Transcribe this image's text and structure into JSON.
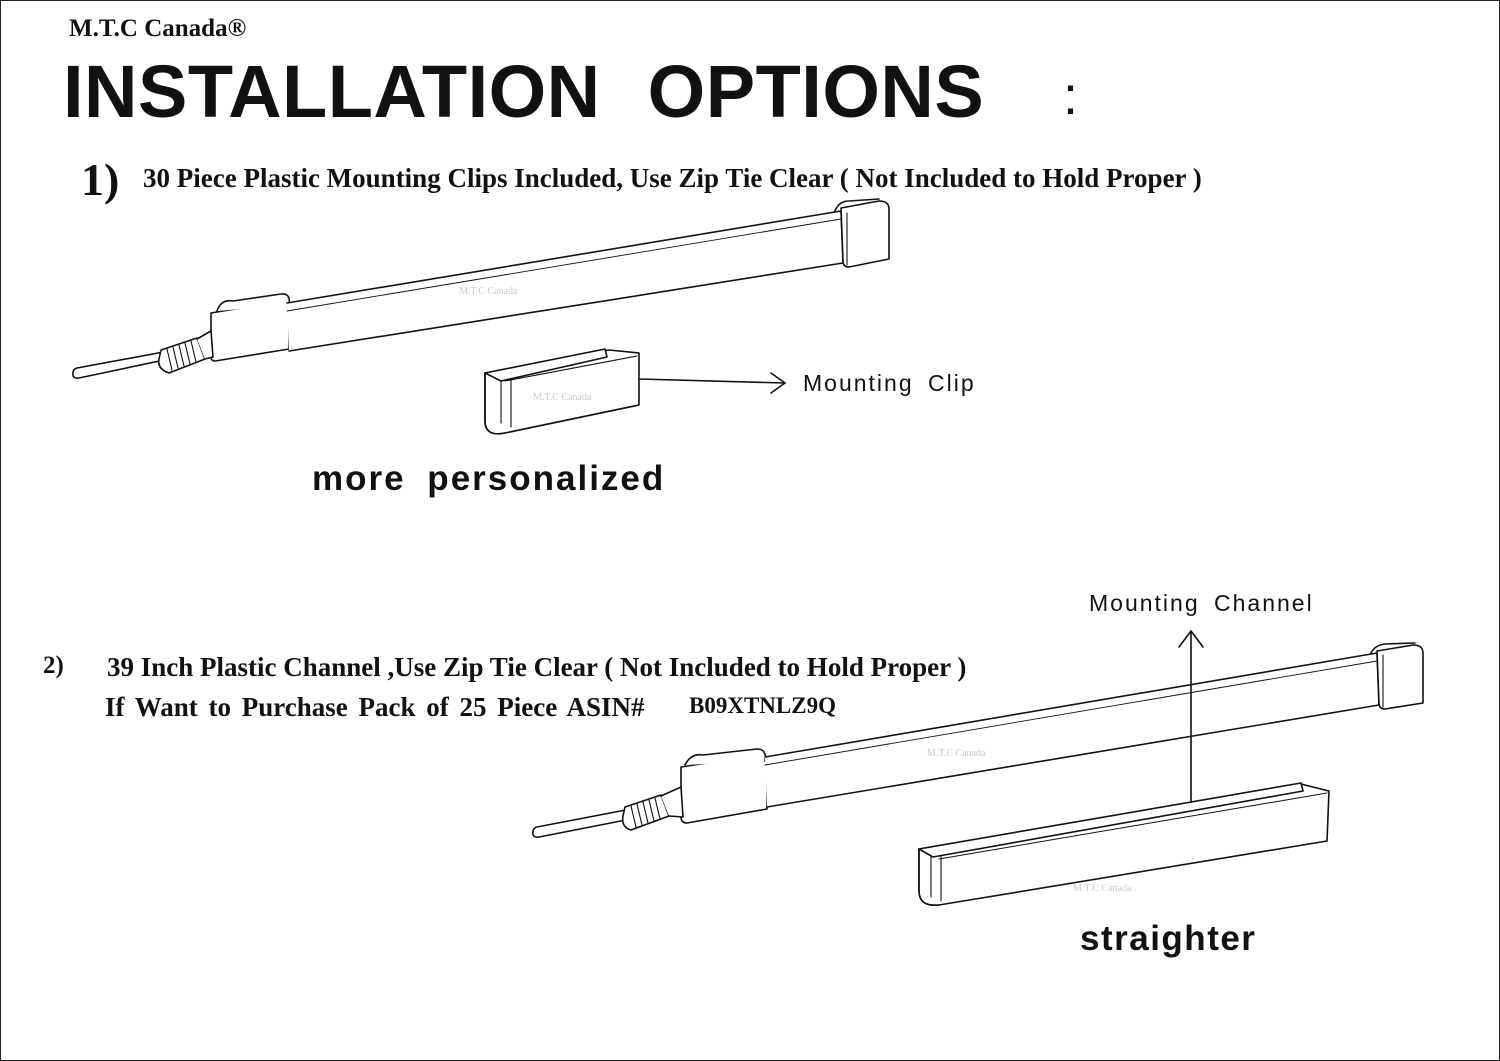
{
  "brand": "M.T.C Canada®",
  "title": "INSTALLATION OPTIONS",
  "title_colon": ":",
  "option1": {
    "number": "1)",
    "text": "30 Piece Plastic Mounting Clips Included, Use Zip Tie Clear ( Not Included to Hold Proper )",
    "callout_label": "Mounting Clip",
    "caption": "more personalized"
  },
  "option2": {
    "number": "2)",
    "text": "39 Inch Plastic Channel ,Use Zip Tie Clear ( Not Included to Hold Proper )",
    "text_line2": "If Want to Purchase Pack of 25 Piece ASIN#",
    "asin": "B09XTNLZ9Q",
    "callout_label": "Mounting Channel",
    "caption": "straighter"
  },
  "watermark": "M.T.C Canada",
  "colors": {
    "ink": "#111111",
    "paper": "#ffffff",
    "watermark": "#c9c9c9"
  },
  "icons": [
    "neon-strip-illustration",
    "mounting-clip-illustration",
    "mounting-channel-illustration",
    "arrow-right-icon",
    "arrow-up-icon"
  ]
}
